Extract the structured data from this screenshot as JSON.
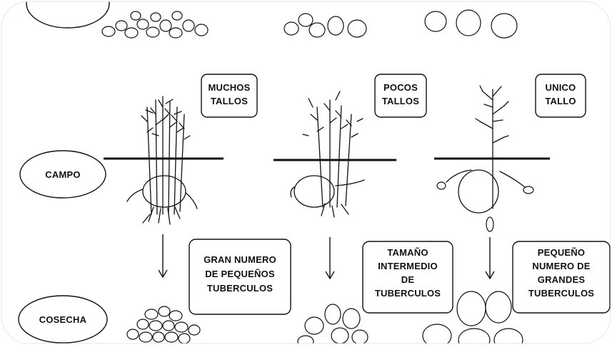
{
  "labels": {
    "campo": "CAMPO",
    "cosecha": "COSECHA"
  },
  "stems": [
    {
      "line1": "MUCHOS",
      "line2": "TALLOS"
    },
    {
      "line1": "POCOS",
      "line2": "TALLOS"
    },
    {
      "line1": "UNICO",
      "line2": "TALLO"
    }
  ],
  "results": [
    {
      "lines": [
        "GRAN NUMERO",
        "DE PEQUEÑOS",
        "TUBERCULOS"
      ]
    },
    {
      "lines": [
        "TAMAÑO",
        "INTERMEDIO",
        "DE",
        "TUBERCULOS"
      ]
    },
    {
      "lines": [
        "PEQUEÑO",
        "NUMERO DE",
        "GRANDES",
        "TUBERCULOS"
      ]
    }
  ]
}
